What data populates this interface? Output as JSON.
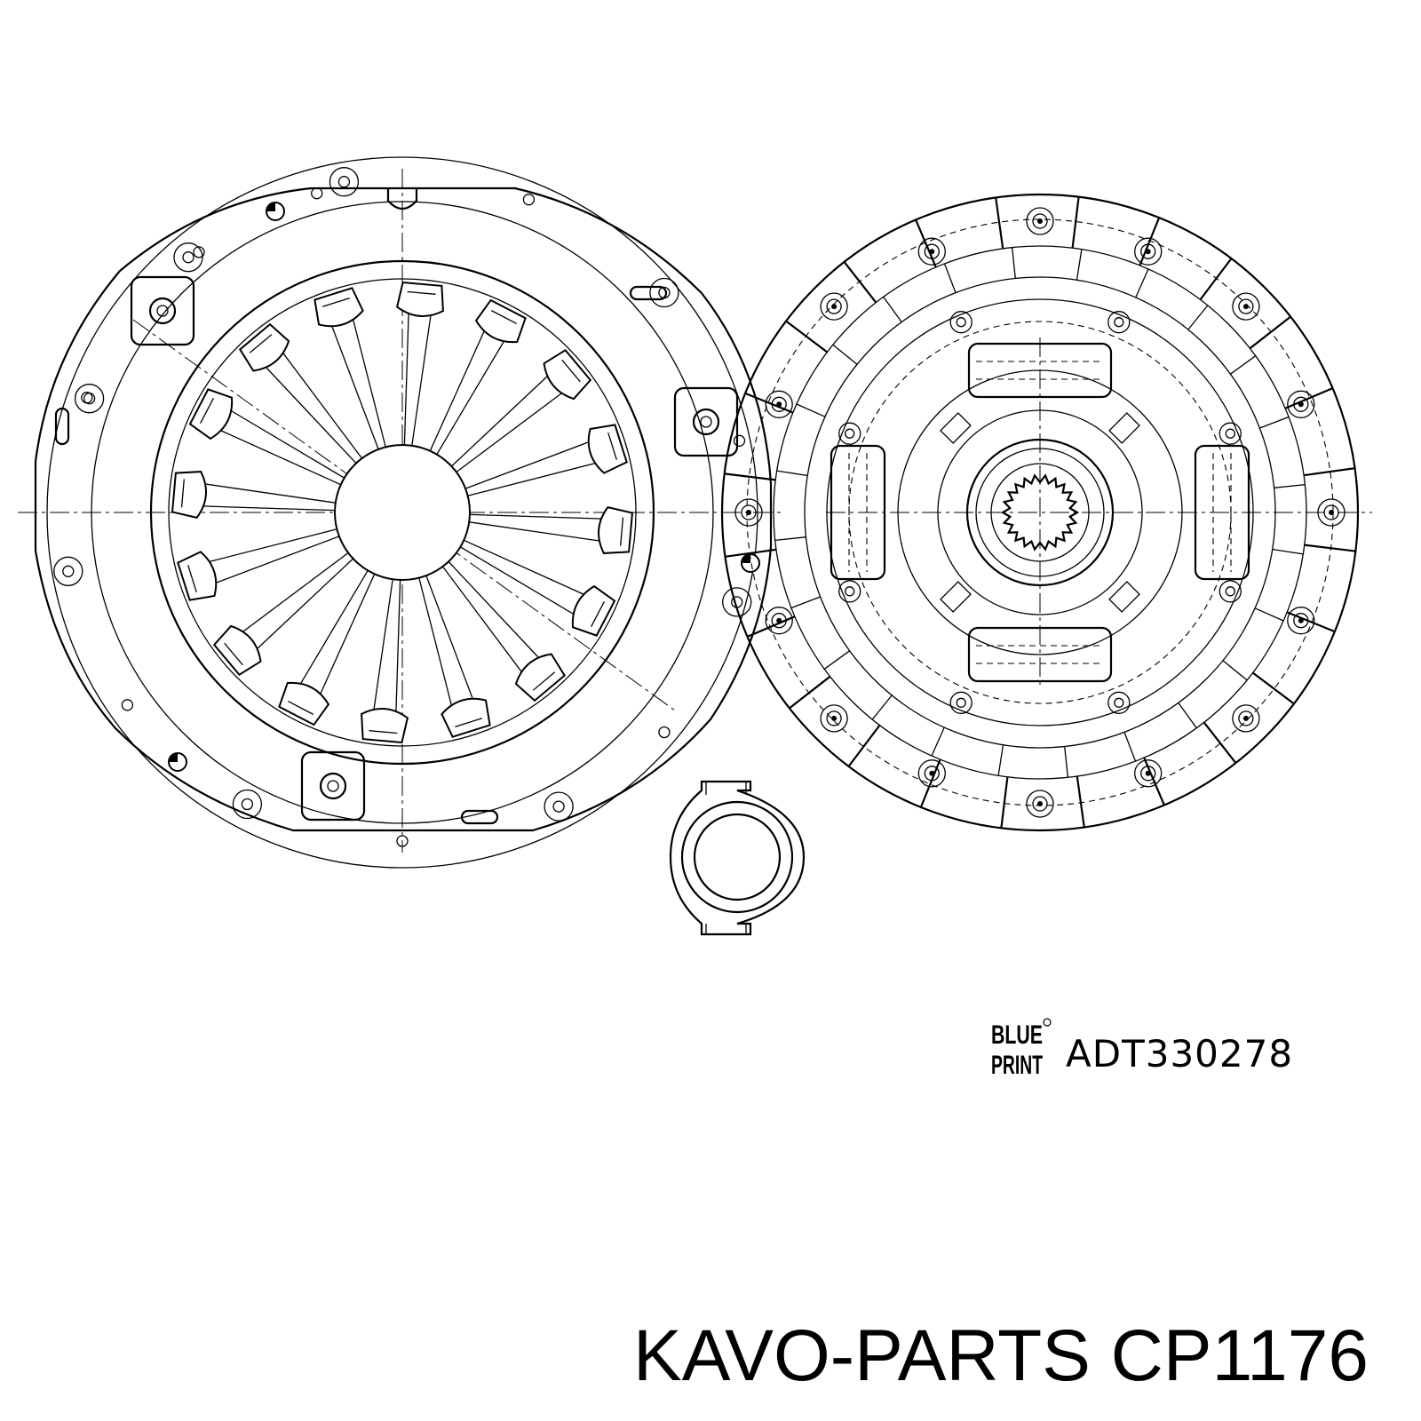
{
  "drawing": {
    "brand_logo": "BLUE PRINT",
    "part_number": "ADT330278",
    "cross_reference": "KAVO-PARTS CP1176"
  },
  "colors": {
    "line": "#000000",
    "background": "#ffffff"
  }
}
